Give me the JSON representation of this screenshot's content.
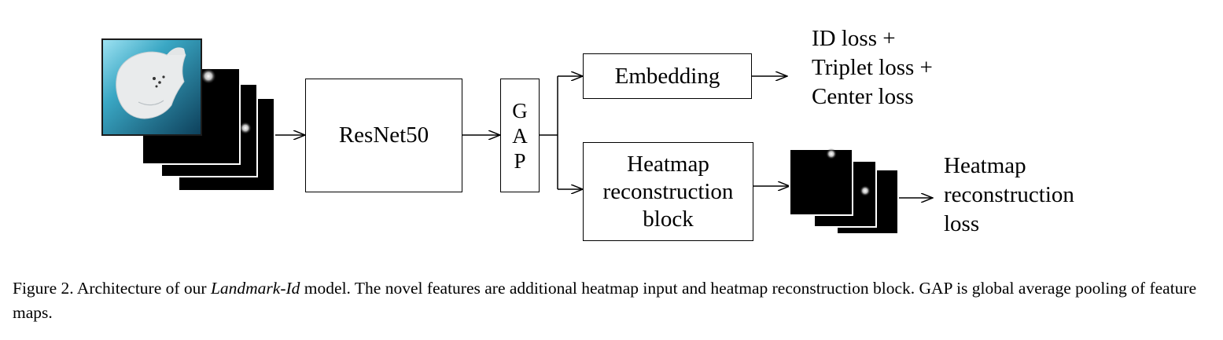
{
  "diagram": {
    "blocks": {
      "backbone": "ResNet50",
      "pooling": [
        "G",
        "A",
        "P"
      ],
      "embedding": "Embedding",
      "heatmap_block": [
        "Heatmap",
        "reconstruction",
        "block"
      ]
    },
    "outputs": {
      "losses": [
        "ID loss +",
        "Triplet loss +",
        "Center loss"
      ],
      "heatmap_loss": [
        "Heatmap",
        "reconstruction",
        "loss"
      ]
    },
    "input_image": "manta-ray-photo",
    "colors": {
      "stroke": "#000000",
      "heatmap_bg": "#000000",
      "water": "#3aa7c4"
    }
  },
  "caption": {
    "prefix": "Figure 2. Architecture of our ",
    "model_name": "Landmark-Id",
    "rest": " model.  The novel features are additional heatmap input and heatmap reconstruction block.  GAP is global average pooling of feature maps."
  }
}
